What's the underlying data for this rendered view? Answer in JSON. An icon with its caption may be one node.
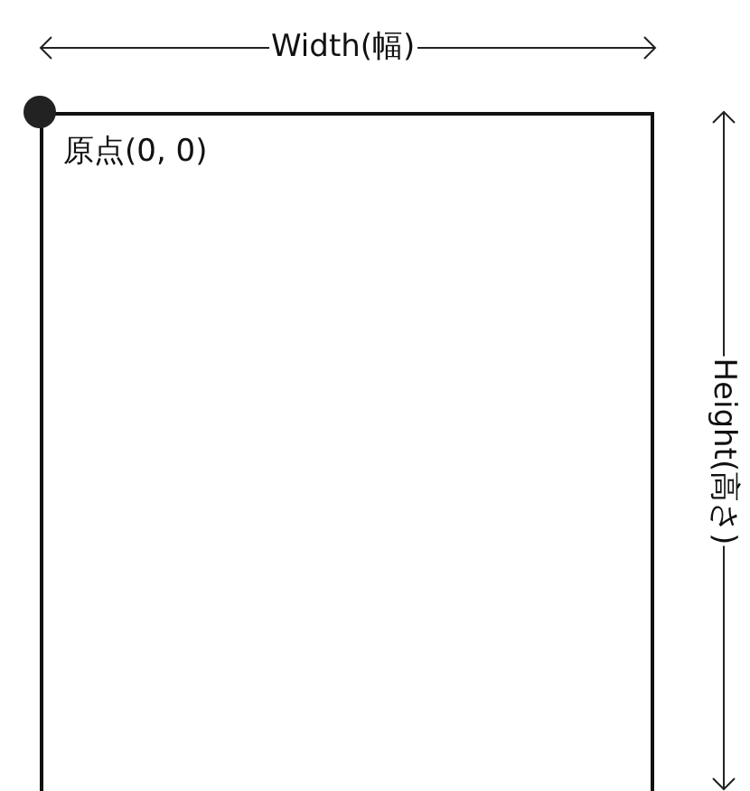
{
  "diagram": {
    "nodes": [
      {
        "text": [
          "原点(0, 0)"
        ]
      }
    ],
    "labels": [
      "Width(幅)",
      "Height(高さ)"
    ]
  }
}
